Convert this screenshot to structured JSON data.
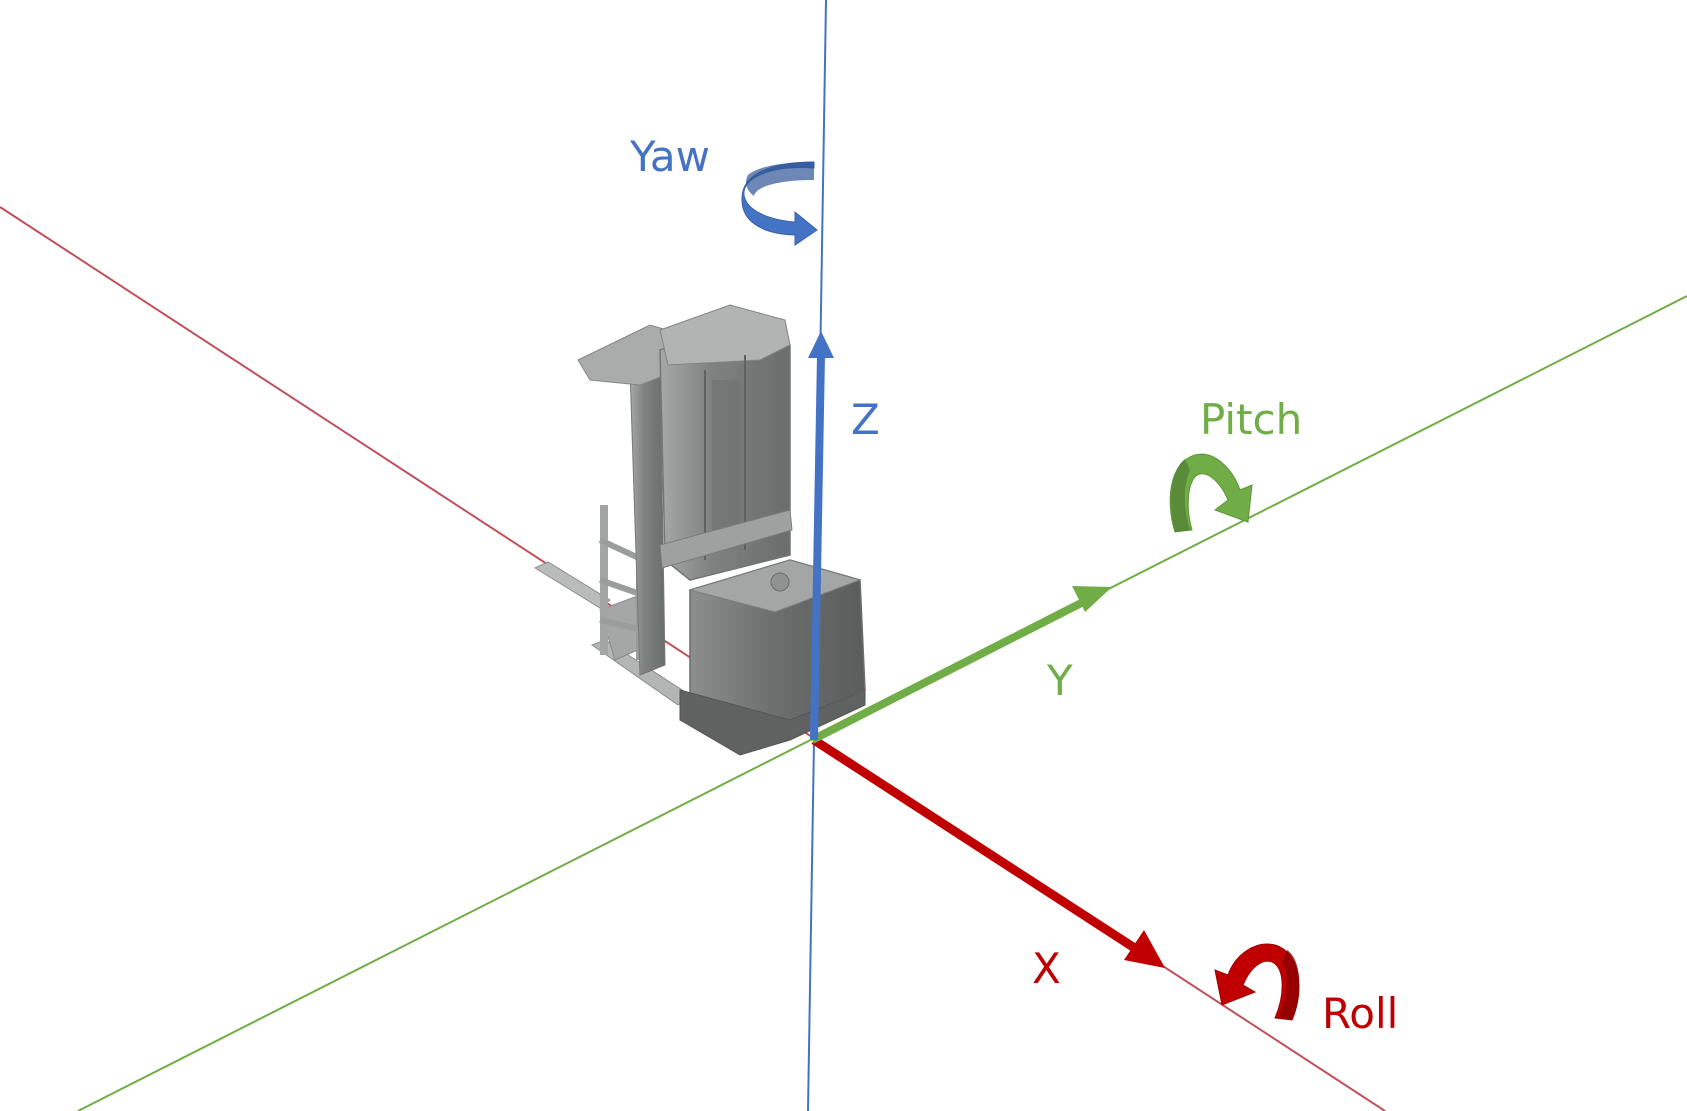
{
  "diagram": {
    "subject": "order picker forklift 3D model",
    "axes": [
      {
        "id": "x",
        "label": "X",
        "rotation_label": "Roll",
        "color": "#c00000",
        "guide_color": "#c0505a"
      },
      {
        "id": "y",
        "label": "Y",
        "rotation_label": "Pitch",
        "color": "#70ad47",
        "guide_color": "#70ad47"
      },
      {
        "id": "z",
        "label": "Z",
        "rotation_label": "Yaw",
        "color": "#4472c4",
        "guide_color": "#4472c4"
      }
    ]
  },
  "labels": {
    "x": "X",
    "y": "Y",
    "z": "Z",
    "roll": "Roll",
    "pitch": "Pitch",
    "yaw": "Yaw"
  }
}
